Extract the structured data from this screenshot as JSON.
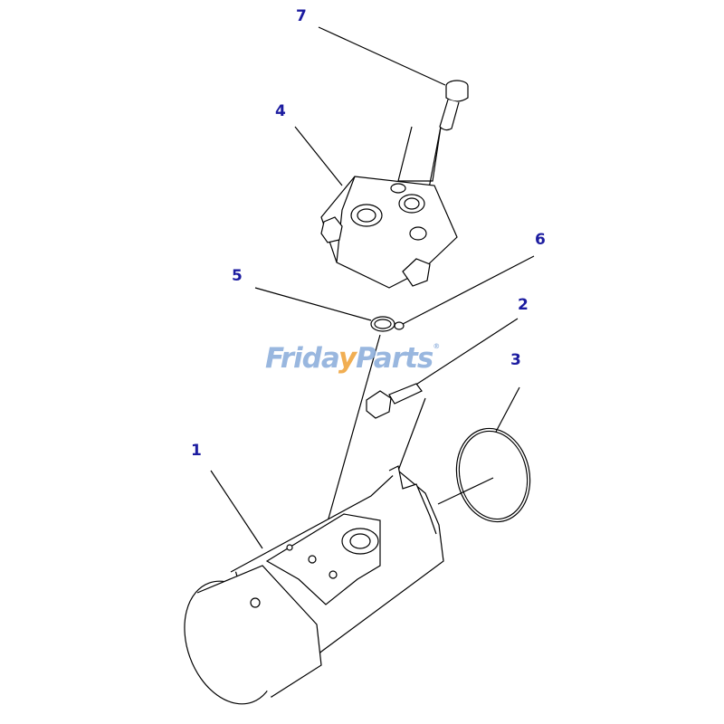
{
  "callouts": [
    {
      "id": "1",
      "text": "1"
    },
    {
      "id": "2",
      "text": "2"
    },
    {
      "id": "3",
      "text": "3"
    },
    {
      "id": "4",
      "text": "4"
    },
    {
      "id": "5",
      "text": "5"
    },
    {
      "id": "6",
      "text": "6"
    },
    {
      "id": "7",
      "text": "7"
    }
  ],
  "watermark": {
    "part1": "Frida",
    "part2": "y",
    "part3": "Parts",
    "reg": "®"
  },
  "colors": {
    "callout": "#1c1ca0",
    "watermark_blue": "#8fb0dc",
    "watermark_orange": "#f0a640",
    "line": "#000000"
  }
}
